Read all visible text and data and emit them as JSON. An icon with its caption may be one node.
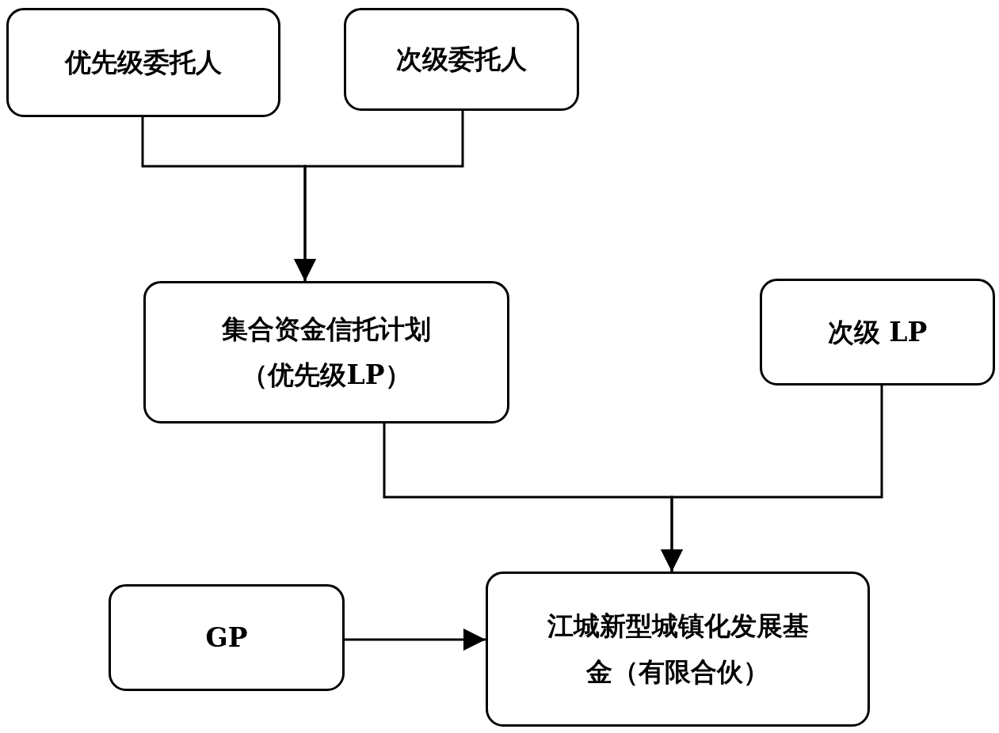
{
  "diagram": {
    "nodes": [
      {
        "text": [
          "优先级委托人"
        ]
      },
      {
        "text": [
          "次级委托人"
        ]
      },
      {
        "text": [
          "集合资金信托计划（优先级LP）"
        ]
      },
      {
        "text": [
          "次级 LP"
        ]
      },
      {
        "text": [
          "GP"
        ]
      },
      {
        "text": [
          "江城新型城镇化发展基金（有限合伙）"
        ]
      }
    ],
    "edges": [
      {
        "from": 0,
        "to": 2,
        "arrow": "to"
      },
      {
        "from": 1,
        "to": 2,
        "arrow": "to"
      },
      {
        "from": 2,
        "to": 5,
        "arrow": "to"
      },
      {
        "from": 3,
        "to": 5,
        "arrow": "to"
      },
      {
        "from": 4,
        "to": 5,
        "arrow": "to"
      }
    ]
  }
}
